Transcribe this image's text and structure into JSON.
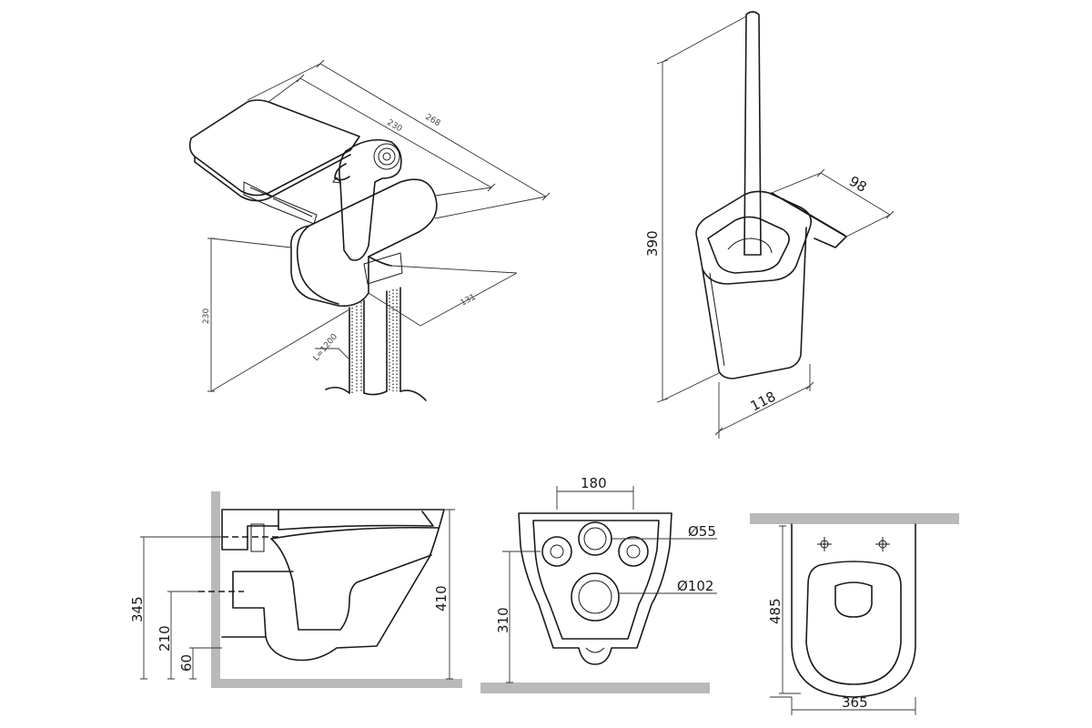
{
  "sprayer": {
    "dim_depth": "230",
    "dim_width": "268",
    "dim_height": "230",
    "dim_body": "131",
    "hose_length": "L=1200"
  },
  "brush_holder": {
    "dim_height": "390",
    "dim_depth": "98",
    "dim_width": "118"
  },
  "toilet_side": {
    "dim_total_height": "345",
    "dim_drain_height": "210",
    "dim_lower_bolt": "60",
    "dim_depth": "410"
  },
  "toilet_back": {
    "dim_hole_spacing": "180",
    "dim_small_hole": "Ø55",
    "dim_large_hole": "Ø102",
    "dim_height": "310"
  },
  "toilet_top": {
    "dim_length": "485",
    "dim_width": "365"
  }
}
